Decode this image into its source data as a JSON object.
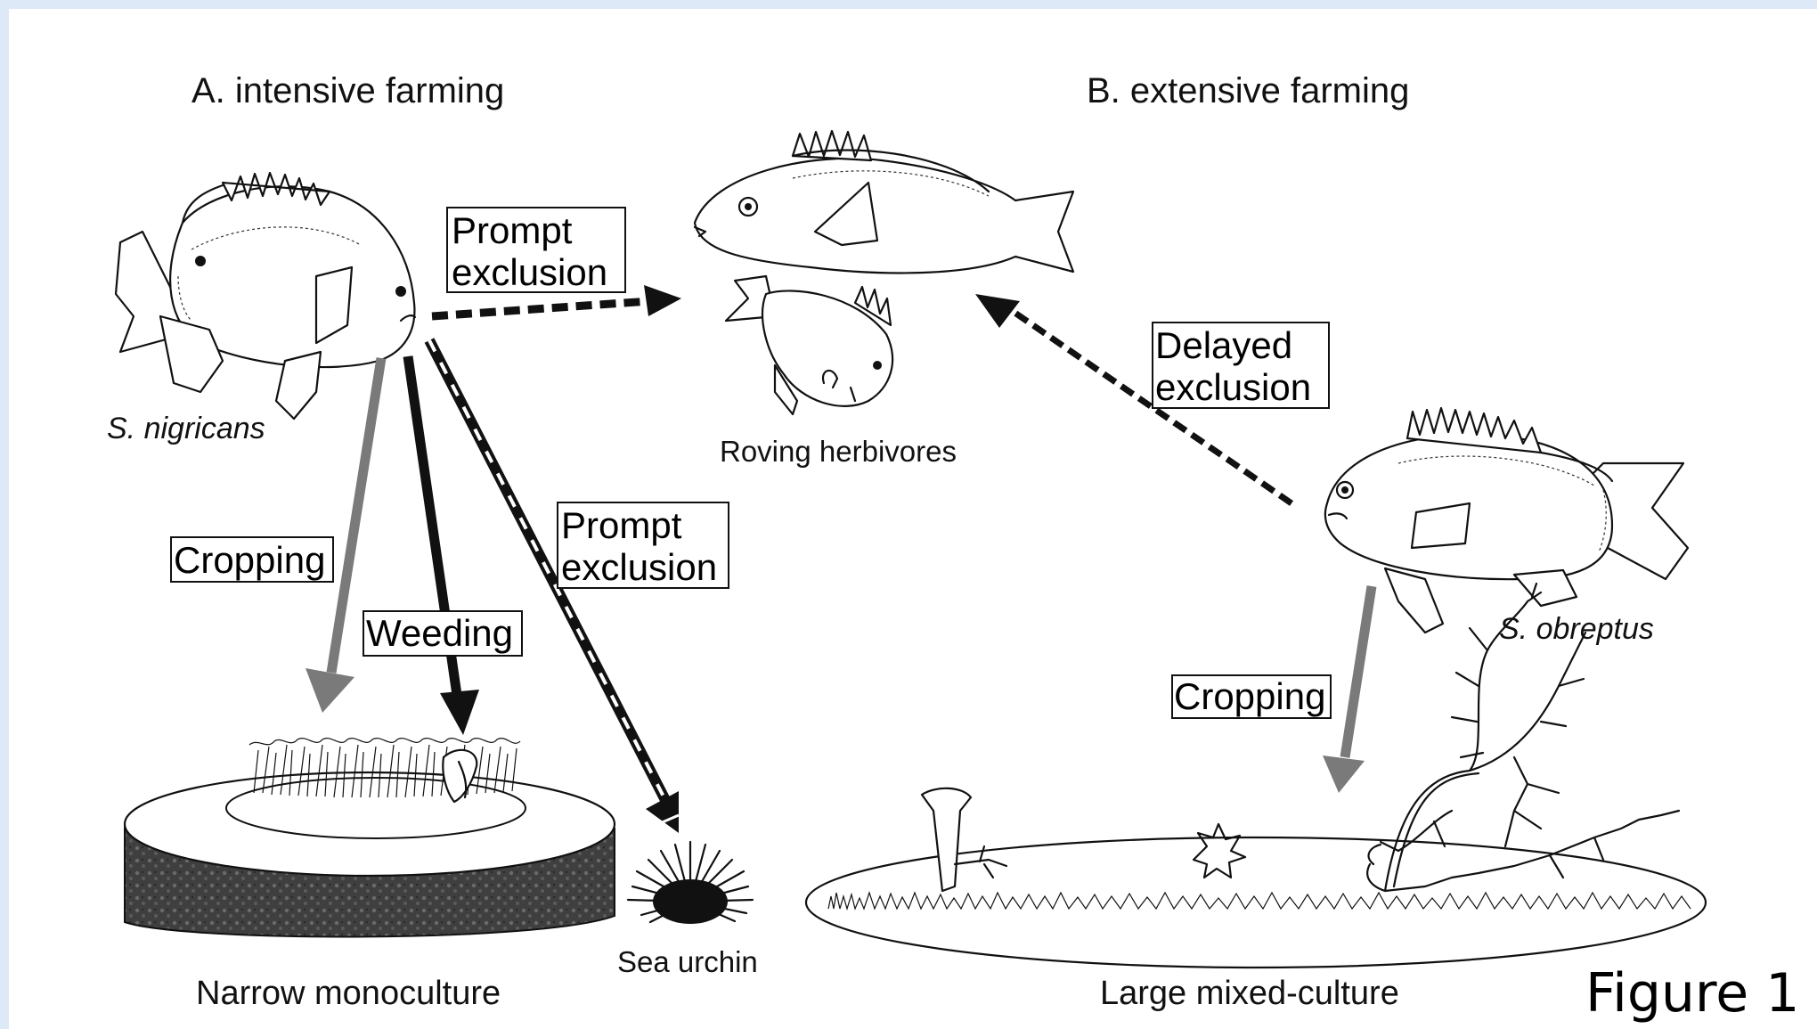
{
  "panels": {
    "intensive_title": "A. intensive farming",
    "extensive_title": "B. extensive farming"
  },
  "species": {
    "nigricans": "S. nigricans",
    "obreptus": "S. obreptus",
    "roving": "Roving herbivores",
    "urchin": "Sea urchin"
  },
  "cultures": {
    "narrow": "Narrow monoculture",
    "large": "Large mixed-culture"
  },
  "interactions": {
    "prompt_top": [
      "Prompt",
      "exclusion"
    ],
    "prompt_mid": [
      "Prompt",
      "exclusion"
    ],
    "delayed": [
      "Delayed",
      "exclusion"
    ],
    "cropping_a": "Cropping",
    "weeding": "Weeding",
    "cropping_b": "Cropping"
  },
  "figure_label": "Figure 1",
  "colors": {
    "background": "#dde9f7",
    "ink": "#111111",
    "grey_arrow": "#7a7a7a",
    "reef_fill": "#4a4a4a"
  }
}
